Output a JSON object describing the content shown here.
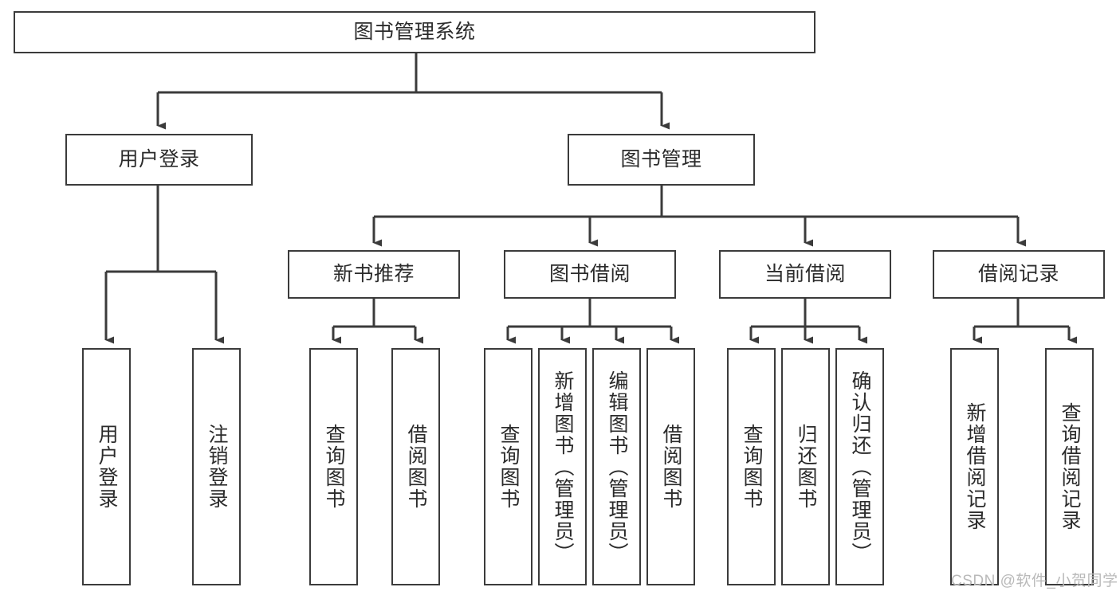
{
  "diagram": {
    "type": "hierarchy-tree",
    "title": "图书管理系统",
    "root": {
      "label": "图书管理系统"
    },
    "level2": [
      {
        "label": "用户登录"
      },
      {
        "label": "图书管理"
      }
    ],
    "level3": [
      {
        "label": "新书推荐"
      },
      {
        "label": "图书借阅"
      },
      {
        "label": "当前借阅"
      },
      {
        "label": "借阅记录"
      }
    ],
    "leaves": {
      "user_login": [
        {
          "label": "用户登录"
        },
        {
          "label": "注销登录"
        }
      ],
      "new_book_recommend": [
        {
          "label": "查询图书"
        },
        {
          "label": "借阅图书"
        }
      ],
      "book_borrow": [
        {
          "label": "查询图书"
        },
        {
          "label": "新增图书（管理员）"
        },
        {
          "label": "编辑图书（管理员）"
        },
        {
          "label": "借阅图书"
        }
      ],
      "current_borrow": [
        {
          "label": "查询图书"
        },
        {
          "label": "归还图书"
        },
        {
          "label": "确认归还（管理员）"
        }
      ],
      "borrow_record": [
        {
          "label": "新增借阅记录"
        },
        {
          "label": "查询借阅记录"
        }
      ]
    }
  },
  "watermark": {
    "text": "CSDN @软件_小贺同学"
  },
  "colors": {
    "stroke": "#3b3b3b",
    "fill": "#ffffff",
    "text": "#2b2b2b",
    "watermark": "#b9b9b9"
  }
}
